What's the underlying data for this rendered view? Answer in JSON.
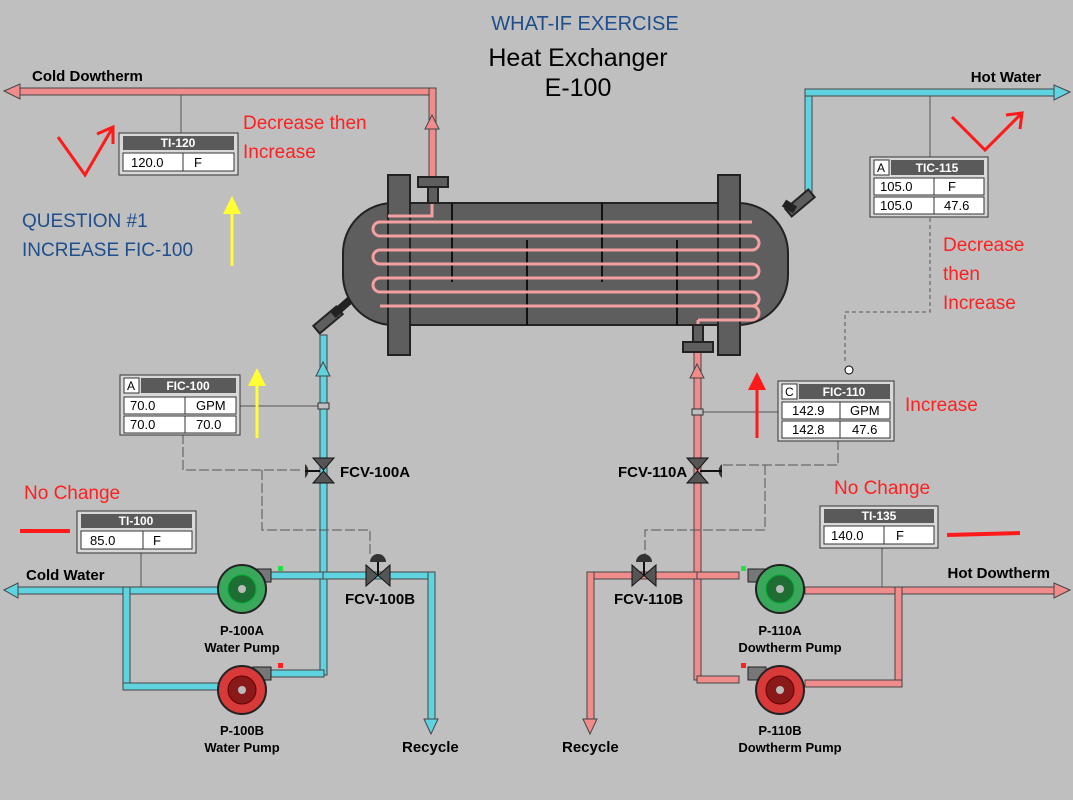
{
  "header": {
    "exercise": "WHAT-IF EXERCISE",
    "title_line1": "Heat Exchanger",
    "title_line2": "E-100"
  },
  "streams": {
    "cold_dowtherm": "Cold Dowtherm",
    "hot_water": "Hot Water",
    "cold_water": "Cold Water",
    "hot_dowtherm": "Hot Dowtherm",
    "recycle_left": "Recycle",
    "recycle_right": "Recycle"
  },
  "question": {
    "line1": "QUESTION #1",
    "line2": "INCREASE FIC-100"
  },
  "annotations": {
    "ti120_line1": "Decrease then",
    "ti120_line2": "Increase",
    "tic115_line1": "Decrease",
    "tic115_line2": "then",
    "tic115_line3": "Increase",
    "fic110": "Increase",
    "ti100": "No Change",
    "ti135": "No Change"
  },
  "instruments": {
    "ti120": {
      "tag": "TI-120",
      "value": "120.0",
      "unit": "F"
    },
    "tic115": {
      "mode": "A",
      "tag": "TIC-115",
      "pv": "105.0",
      "unit": "F",
      "sp": "105.0",
      "out": "47.6"
    },
    "fic100": {
      "mode": "A",
      "tag": "FIC-100",
      "pv": "70.0",
      "unit": "GPM",
      "sp": "70.0",
      "out": "70.0"
    },
    "fic110": {
      "mode": "C",
      "tag": "FIC-110",
      "pv": "142.9",
      "unit": "GPM",
      "sp": "142.8",
      "out": "47.6"
    },
    "ti100": {
      "tag": "TI-100",
      "value": "85.0",
      "unit": "F"
    },
    "ti135": {
      "tag": "TI-135",
      "value": "140.0",
      "unit": "F"
    }
  },
  "valves": {
    "fcv100a": "FCV-100A",
    "fcv100b": "FCV-100B",
    "fcv110a": "FCV-110A",
    "fcv110b": "FCV-110B"
  },
  "pumps": {
    "p100a_tag": "P-100A",
    "p100a_desc": "Water Pump",
    "p100b_tag": "P-100B",
    "p100b_desc": "Water Pump",
    "p110a_tag": "P-110A",
    "p110a_desc": "Dowtherm Pump",
    "p110b_tag": "P-110B",
    "p110b_desc": "Dowtherm Pump"
  },
  "colors": {
    "water_line": "#5fd3e0",
    "dowtherm_line": "#f08c8c",
    "running": "#22a84a",
    "stopped": "#e03030",
    "note": "#ff2020",
    "question": "#1f4e8c",
    "indicator_up": "#ffff33"
  }
}
